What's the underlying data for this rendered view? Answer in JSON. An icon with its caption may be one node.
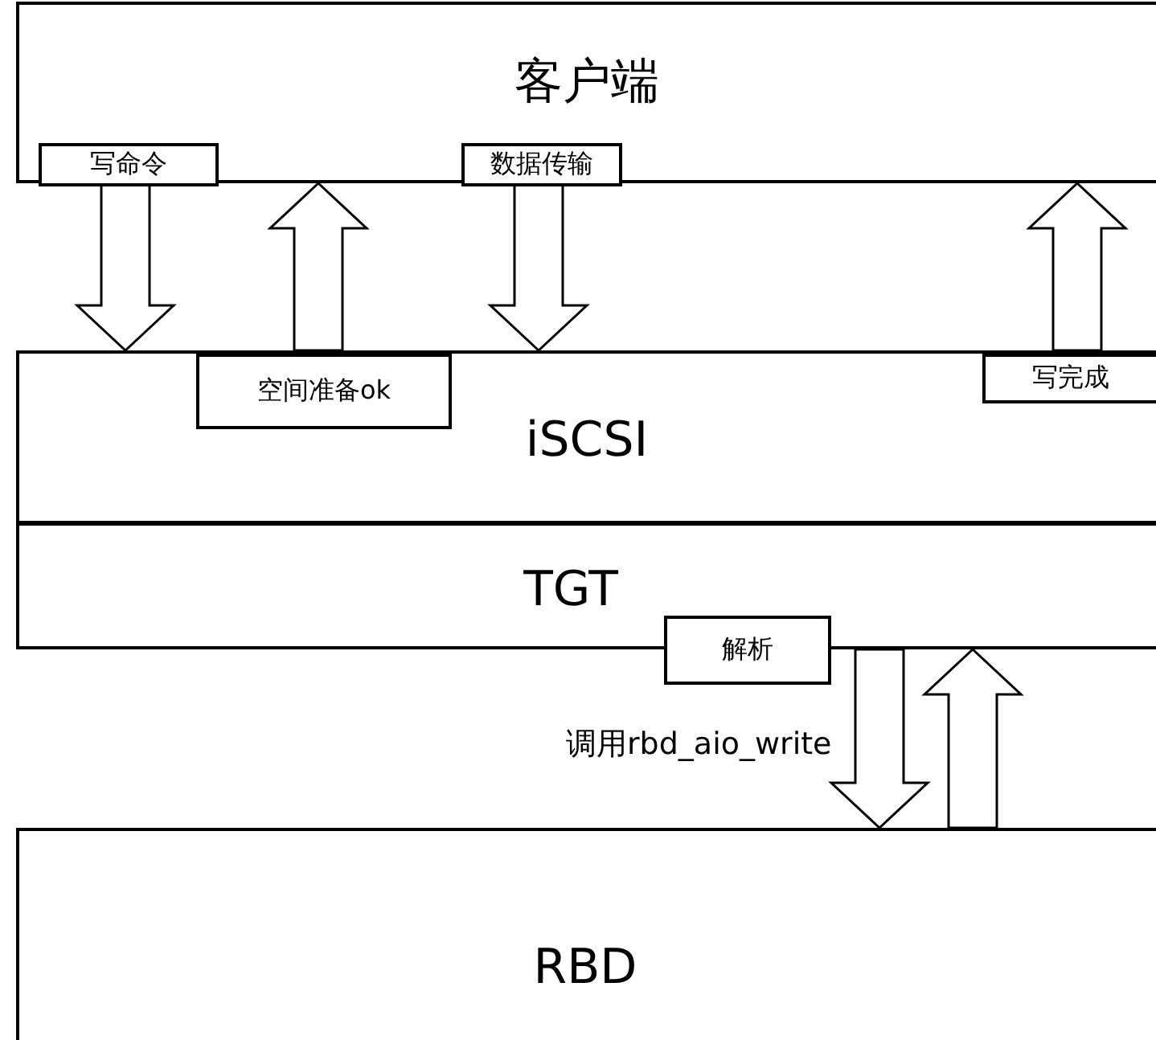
{
  "diagram": {
    "nodes": [
      {
        "text": [
          "客户端"
        ]
      },
      {
        "text": [
          "写命令"
        ],
        "in": 0
      },
      {
        "text": [
          "数据传输"
        ],
        "in": 0
      },
      {
        "text": [
          "iSCSI"
        ]
      },
      {
        "text": [
          "空间准备ok"
        ],
        "in": 3
      },
      {
        "text": [
          "写完成"
        ],
        "in": 3
      },
      {
        "text": [
          "TGT"
        ]
      },
      {
        "text": [
          "解析"
        ]
      },
      {
        "text": [
          "RBD"
        ]
      }
    ],
    "edges": [
      {
        "from": 1,
        "to": 3,
        "arrow": "to"
      },
      {
        "from": 4,
        "to": 0,
        "arrow": "to"
      },
      {
        "from": 2,
        "to": 3,
        "arrow": "to"
      },
      {
        "from": 5,
        "to": 0,
        "arrow": "to"
      },
      {
        "from": 6,
        "to": 8,
        "arrow": "to",
        "label": "调用rbd_aio_write"
      },
      {
        "from": 8,
        "to": 6,
        "arrow": "to"
      }
    ]
  }
}
